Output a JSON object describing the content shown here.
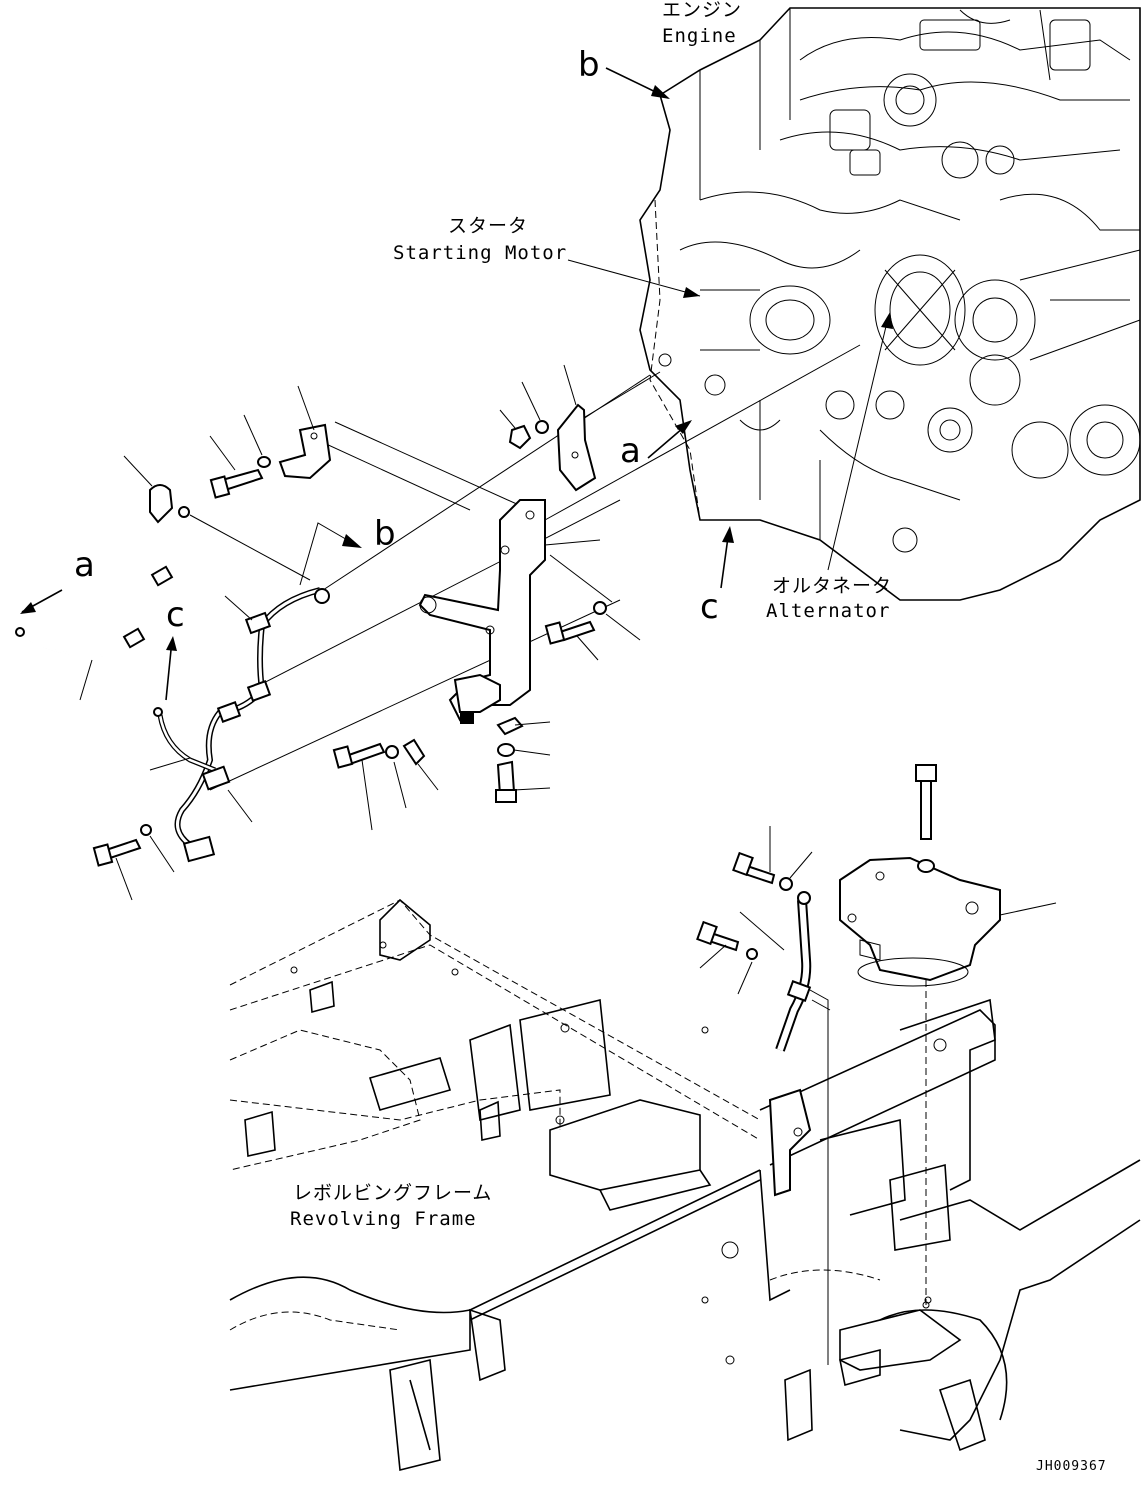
{
  "labels": {
    "engine_jp": "エンジン",
    "engine_en": "Engine",
    "starter_jp": "スタータ",
    "starter_en": "Starting Motor",
    "alternator_jp": "オルタネータ",
    "alternator_en": "Alternator",
    "frame_jp": "レボルビングフレーム",
    "frame_en": "Revolving Frame"
  },
  "callouts": {
    "a": "a",
    "b": "b",
    "c": "c"
  },
  "drawing_code": "JH009367"
}
